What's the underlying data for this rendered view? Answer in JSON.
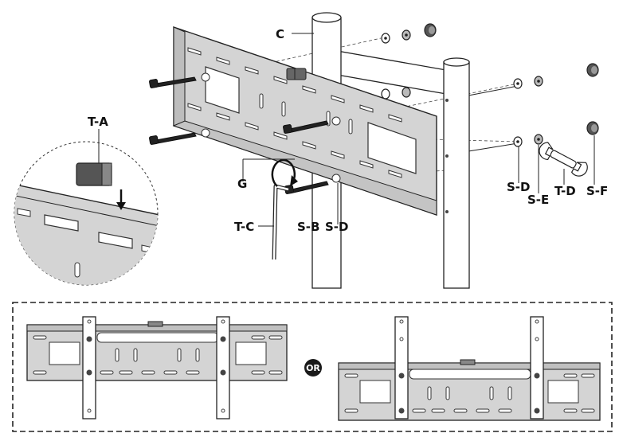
{
  "labels": {
    "c": "C",
    "g": "G",
    "ta": "T-A",
    "tc": "T-C",
    "sb": "S-B",
    "sd_center": "S-D",
    "sd_right": "S-D",
    "se": "S-E",
    "td": "T-D",
    "sf": "S-F"
  },
  "separator": "OR",
  "icons": {
    "bracket": "wall-plate-icon",
    "bolt": "bolt-icon",
    "washer": "washer-icon",
    "nut": "nut-icon",
    "cap": "cap-nut-icon",
    "wrench": "wrench-icon",
    "hex_key": "hex-key-icon",
    "arrow": "rotation-arrow-icon"
  }
}
